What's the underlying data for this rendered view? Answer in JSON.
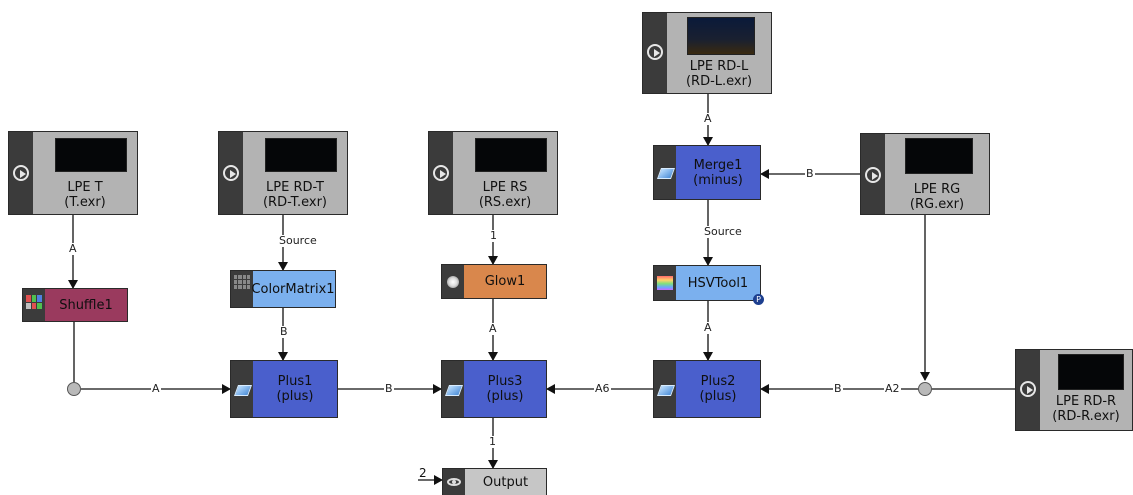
{
  "nodes": {
    "lpe_t": {
      "title": "LPE T",
      "file": "(T.exr)"
    },
    "lpe_rdt": {
      "title": "LPE RD-T",
      "file": "(RD-T.exr)"
    },
    "lpe_rs": {
      "title": "LPE RS",
      "file": "(RS.exr)"
    },
    "lpe_rdl": {
      "title": "LPE RD-L",
      "file": "(RD-L.exr)"
    },
    "lpe_rg": {
      "title": "LPE RG",
      "file": "(RG.exr)"
    },
    "lpe_rdr": {
      "title": "LPE RD-R",
      "file": "(RD-R.exr)"
    },
    "shuffle1": {
      "title": "Shuffle1"
    },
    "colormatrix1": {
      "title": "ColorMatrix1"
    },
    "glow1": {
      "title": "Glow1"
    },
    "hsvtool1": {
      "title": "HSVTool1",
      "badge": "P"
    },
    "merge1": {
      "title": "Merge1",
      "op": "(minus)"
    },
    "plus1": {
      "title": "Plus1",
      "op": "(plus)"
    },
    "plus3": {
      "title": "Plus3",
      "op": "(plus)"
    },
    "plus2": {
      "title": "Plus2",
      "op": "(plus)"
    },
    "output": {
      "title": "Output",
      "index": "2"
    }
  },
  "edge_labels": {
    "t_shuffle": "A",
    "rdt_cm": "Source",
    "rs_glow": "1",
    "rdl_merge": "A",
    "rg_merge": "B",
    "merge_hsv": "Source",
    "cm_plus1": "B",
    "glow_plus3": "A",
    "hsv_plus2": "A",
    "dot_plus1": "A",
    "plus1_plus3": "B",
    "plus2_plus3": "A6",
    "dot_plus2": "B",
    "rdr_dot": "A2",
    "plus3_output": "1"
  },
  "colors": {
    "merge_blue": "#4a5fcc",
    "colormatrix_lightblue": "#7bb0ee",
    "shuffle_pink": "#9a3a5e",
    "glow_orange": "#d9874c",
    "read_grey": "#b3b3b3"
  }
}
